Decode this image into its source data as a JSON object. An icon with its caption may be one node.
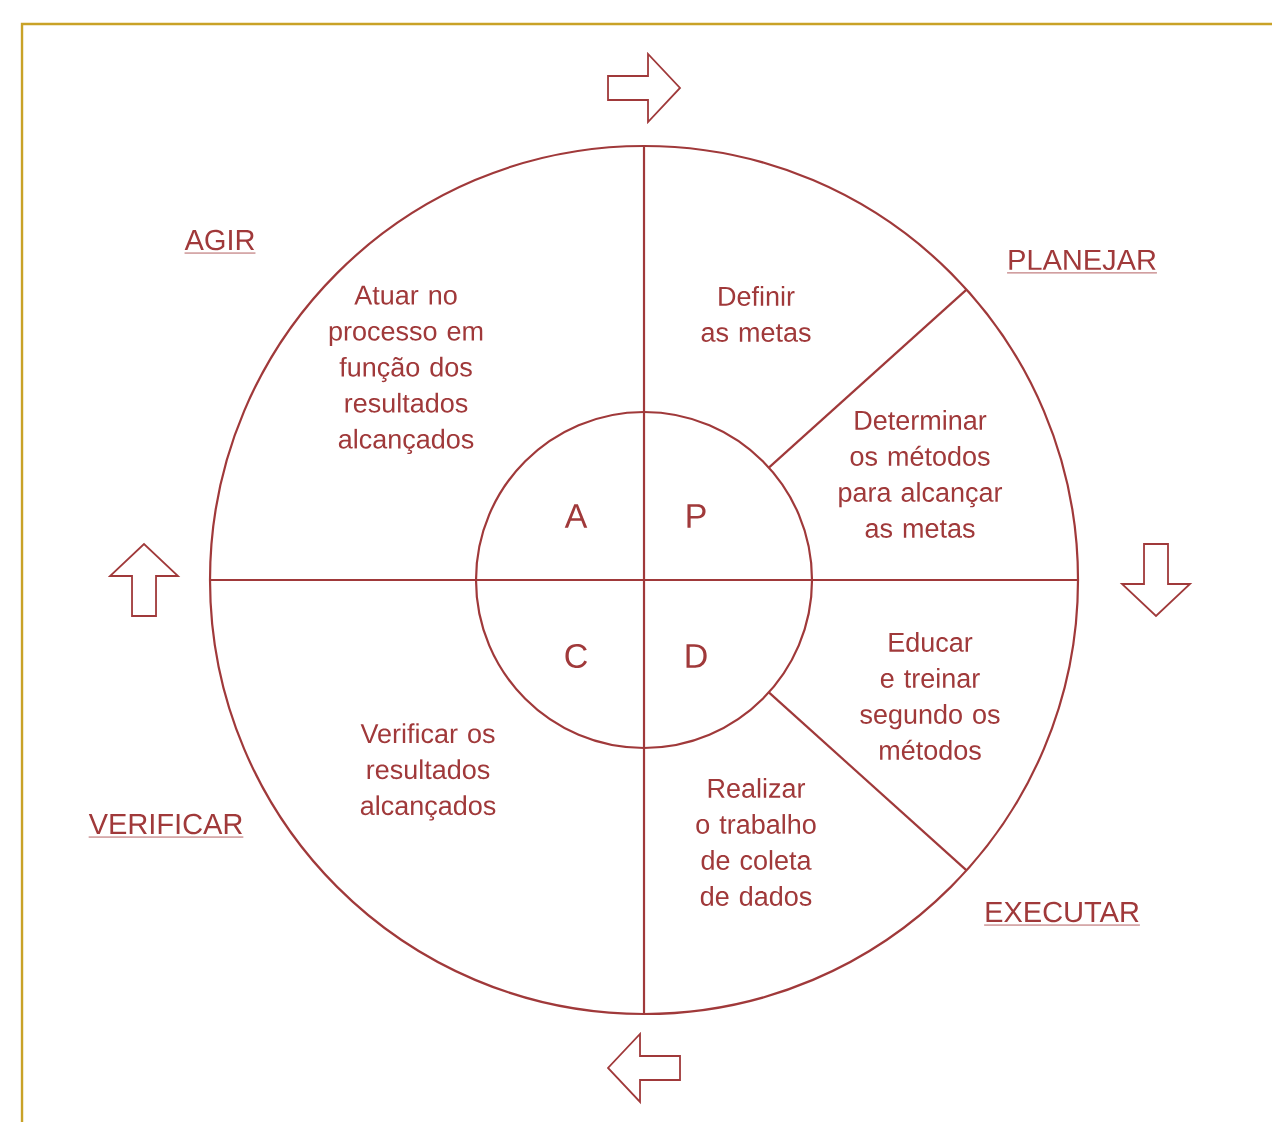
{
  "diagram": {
    "nodes": [
      {
        "text": [
          "Atuar no processo em função dos resultados alcançados",
          "Definir as metas",
          "Determinar os métodos para alcançar as metas",
          "Educar e treinar segundo os métodos",
          "Realizar o trabalho de coleta de dados",
          "Verificar os resultados alcançados"
        ]
      },
      {
        "text": [
          "A",
          "P",
          "C",
          "D"
        ],
        "in": 0
      }
    ],
    "labels": [
      "AGIR",
      "PLANEJAR",
      "EXECUTAR",
      "VERIFICAR"
    ]
  }
}
